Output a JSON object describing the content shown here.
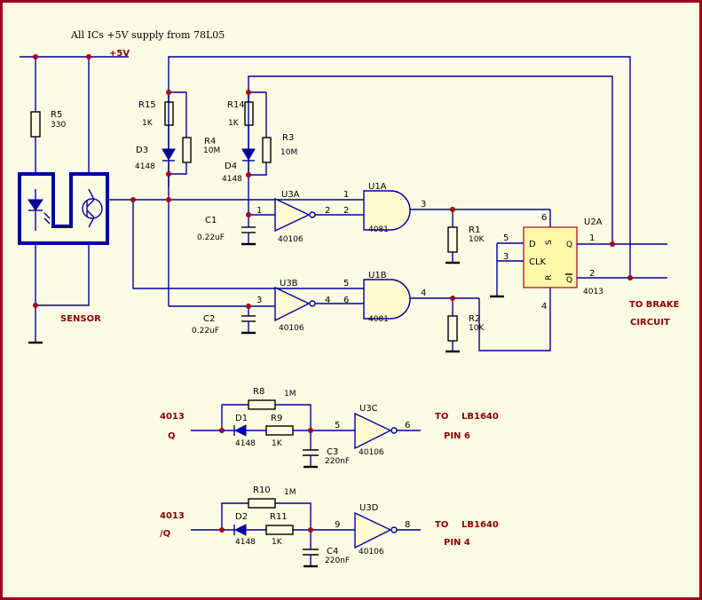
{
  "header": {
    "note": "All ICs +5V supply from 78L05",
    "supply": "+5V"
  },
  "colors": {
    "wire": "#00009e",
    "junction": "#a0001a",
    "border": "#a0001a",
    "background": "#fbfbe3",
    "ic_fill": "#fffad2",
    "flipflop_fill": "#fff8a8"
  },
  "labels": {
    "sensor": "SENSOR",
    "brake_1": "TO BRAKE",
    "brake_2": "CIRCUIT",
    "in_q_a": "4013",
    "in_q_b": "Q",
    "in_nq_a": "4013",
    "in_nq_b": "/Q",
    "out1_to": "TO",
    "out1_chip": "LB1640",
    "out1_pin": "PIN 6",
    "out2_to": "TO",
    "out2_chip": "LB1640",
    "out2_pin": "PIN 4"
  },
  "components": {
    "r5": {
      "ref": "R5",
      "value": "330"
    },
    "r15": {
      "ref": "R15",
      "value": "1K"
    },
    "r4": {
      "ref": "R4",
      "value": "10M"
    },
    "r14": {
      "ref": "R14",
      "value": "1K"
    },
    "r3": {
      "ref": "R3",
      "value": "10M"
    },
    "d3": {
      "ref": "D3",
      "value": "4148"
    },
    "d4": {
      "ref": "D4",
      "value": "4148"
    },
    "c1": {
      "ref": "C1",
      "value": "0.22uF"
    },
    "c2": {
      "ref": "C2",
      "value": "0.22uF"
    },
    "u3a": {
      "ref": "U3A",
      "value": "40106"
    },
    "u3b": {
      "ref": "U3B",
      "value": "40106"
    },
    "u1a": {
      "ref": "U1A",
      "value": "4081"
    },
    "u1b": {
      "ref": "U1B",
      "value": "4081"
    },
    "r1": {
      "ref": "R1",
      "value": "10K"
    },
    "r2": {
      "ref": "R2",
      "value": "10K"
    },
    "u2a": {
      "ref": "U2A",
      "value": "4013"
    },
    "r8": {
      "ref": "R8",
      "value": "1M"
    },
    "r9": {
      "ref": "R9",
      "value": "1K"
    },
    "d1": {
      "ref": "D1",
      "value": "4148"
    },
    "c3": {
      "ref": "C3",
      "value": "220nF"
    },
    "u3c": {
      "ref": "U3C",
      "value": "40106"
    },
    "r10": {
      "ref": "R10",
      "value": "1M"
    },
    "r11": {
      "ref": "R11",
      "value": "1K"
    },
    "d2": {
      "ref": "D2",
      "value": "4148"
    },
    "c4": {
      "ref": "C4",
      "value": "220nF"
    },
    "u3d": {
      "ref": "U3D",
      "value": "40106"
    }
  },
  "flipflop": {
    "d": "D",
    "clk": "CLK",
    "q": "Q",
    "qbar": "Q",
    "s": "S",
    "r": "R"
  },
  "pins": {
    "u3a_in": "1",
    "u3a_out": "2",
    "u1a_in1": "1",
    "u1a_in2": "2",
    "u1a_out": "3",
    "u3b_in": "3",
    "u3b_out": "4",
    "u1b_in1": "5",
    "u1b_in2": "6",
    "u1b_out": "4",
    "ff_s": "6",
    "ff_d": "5",
    "ff_clk": "3",
    "ff_q": "1",
    "ff_qbar": "2",
    "ff_r": "4",
    "u3c_in": "5",
    "u3c_out": "6",
    "u3d_in": "9",
    "u3d_out": "8"
  }
}
